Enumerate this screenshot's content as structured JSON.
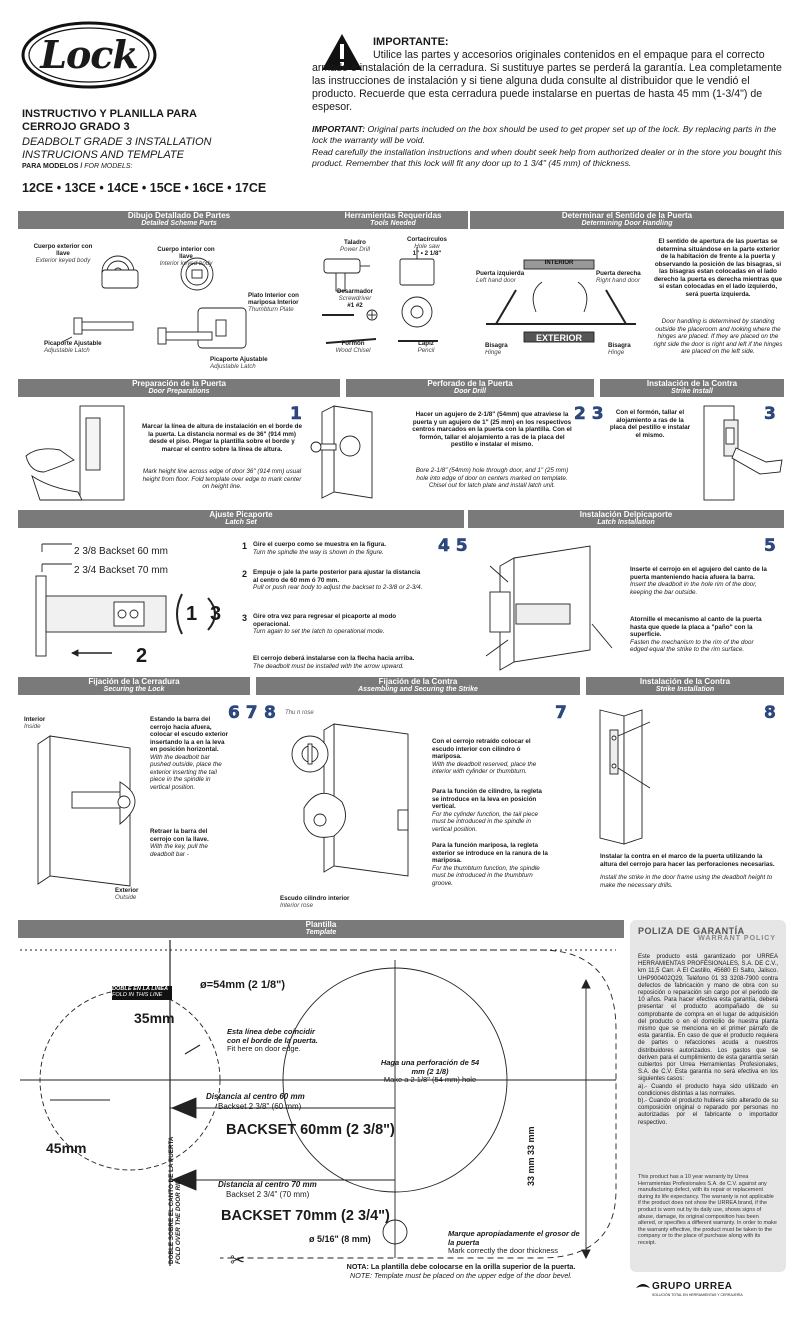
{
  "header": {
    "logo_text": "Lock",
    "title_es_line1": "INSTRUCTIVO Y PLANILLA PARA",
    "title_es_line2": "CERROJO GRADO 3",
    "title_en_line1": "DEADBOLT GRADE 3 INSTALLATION",
    "title_en_line2": "INSTRUCIONS AND TEMPLATE",
    "models_label_es": "PARA MODELOS /",
    "models_label_en": "FOR MODELS:",
    "models": "12CE • 13CE • 14CE • 15CE • 16CE • 17CE"
  },
  "important": {
    "heading": "IMPORTANTE:",
    "text_es": "Utilice las partes y accesorios originales contenidos en el empaque para el correcto armado e instalación de la cerradura. Si sustituye partes se perderá la garantía. Lea completamente las instrucciones de instalación y si tiene alguna duda consulte al distribuidor que le vendió el producto. Recuerde que esta cerradura puede instalarse en puertas de hasta 45 mm (1-3/4\") de espesor.",
    "heading_en": "IMPORTANT:",
    "text_en_1": " Original parts included on the box should be used to get proper set up of the lock. By replacing parts in the lock the warranty will be void.",
    "text_en_2": "Read carefully the installation instructions and when doubt seek help from authorized dealer or in the store you bought this product. Remember that this lock will fit any door up to 1 3/4\" (45 mm) of thickness."
  },
  "sections": {
    "parts": {
      "title": "Dibujo Detallado De Partes",
      "subtitle": "Detailed Scheme Parts"
    },
    "tools": {
      "title": "Herramientas Requeridas",
      "subtitle": "Tools Needed"
    },
    "handing": {
      "title": "Determinar el Sentido de la Puerta",
      "subtitle": "Determining Door Handling"
    },
    "prep": {
      "title": "Preparación de la Puerta",
      "subtitle": "Door Preparations"
    },
    "drill": {
      "title": "Perforado de la Puerta",
      "subtitle": "Door Drill"
    },
    "strike_install": {
      "title": "Instalación de la Contra",
      "subtitle": "Strike Install"
    },
    "latch_set": {
      "title": "Ajuste Picaporte",
      "subtitle": "Latch Set"
    },
    "latch_install": {
      "title": "Instalación Delpicaporte",
      "subtitle": "Latch Installation"
    },
    "securing": {
      "title": "Fijación de la Cerradura",
      "subtitle": "Securing the Lock"
    },
    "assembling": {
      "title": "Fijación de la Contra",
      "subtitle": "Assembling and Securing the Strike"
    },
    "strike_installation": {
      "title": "Instalación de la Contra",
      "subtitle": "Strike Installation"
    },
    "template": {
      "title": "Plantilla",
      "subtitle": "Template"
    }
  },
  "parts": {
    "exterior_es": "Cuerpo exterior con llave",
    "exterior_en": "Exterior keyed body",
    "interior_es": "Cuerpo interior con llave",
    "interior_en": "Interior keyed body",
    "plate_es": "Plato Interior con mariposa Interior",
    "plate_en": "Thumbturn Plate",
    "latch1_es": "Picaporte Ajustable",
    "latch1_en": "Adjustable Latch",
    "latch2_es": "Picaporte Ajustable",
    "latch2_en": "Adjustable Latch"
  },
  "tools": {
    "drill_es": "Taladro",
    "drill_en": "Power Drill",
    "saw_es": "Cortacírculos",
    "saw_en": "Hole saw",
    "saw_sizes": "1\" • 2 1/8\"",
    "screwdriver_es": "Desarmador",
    "screwdriver_en": "Screwdriver",
    "screwdriver_size": "#1 #2",
    "chisel_es": "Formón",
    "chisel_en": "Wood Chisel",
    "pencil_es": "Lápiz",
    "pencil_en": "Pencil"
  },
  "handing": {
    "interior": "INTERIOR",
    "exterior": "EXTERIOR",
    "left_es": "Puerta izquierda",
    "left_en": "Left hand door",
    "right_es": "Puerta derecha",
    "right_en": "Right hand door",
    "hinge_es": "Bisagra",
    "hinge_en": "Hinge",
    "text_es": "El sentido de apertura de las puertas se determina situándose en la parte exterior de la habitación de frente a la puerta y observando la posición de las bisagras, si las bisagras estan colocadas en el lado derecho la puerta es derecha mientras que si estan colocadas en el lado izquierdo, será puerta izquierda.",
    "text_en": "Door handling is determined by standing outside the placeroom and looking where the hinges are placed. If they are placed on the right side the door is right and left if the hinges are placed on the left side."
  },
  "prep": {
    "step": "1",
    "text_es": "Marcar la línea de altura de instalación en el borde de la puerta. La distancia normal es de 36\" (914 mm) desde el piso. Plegar la plantilla sobre el borde y marcar el centro sobre la línea de altura.",
    "text_en": "Mark height line across edge of door 36\" (914 mm) usual height from floor. Fold template over edge to mark center on height line."
  },
  "drill": {
    "step": "2 3",
    "text_es": "Hacer un agujero de 2-1/8\" (54mm) que atraviese la puerta y un agujero de 1\" (25 mm) en los respectivos centros marcados en la puerta con la plantilla. Con el formón, tallar el alojamiento a ras de la placa del pestillo e instalar el mismo.",
    "text_en": "Bore 2-1/8\" (54mm) hole through door, and 1\" (25 mm) hole into edge of door on centers marked on template. Chisel out for latch plate and install latch unit."
  },
  "strike_install": {
    "step": "3",
    "text_es": "Con el formón, tallar el alojamiento a ras de la placa del pestillo e instalar el mismo."
  },
  "latch_set": {
    "backset60": "2 3/8  Backset 60 mm",
    "backset70": "2 3/4  Backset 70 mm",
    "diag_1": "1",
    "diag_2": "2",
    "diag_3": "3",
    "step1_n": "1",
    "step1_es": "Gire el cuerpo como se muestra en la figura.",
    "step1_en": "Turn the spindle the way is shown in the figure.",
    "step2_n": "2",
    "step2_es": "Empuje o jale la parte posterior para ajustar la distancia al centro de 60 mm ó 70 mm.",
    "step2_en": "Pull or push rear body to adjust the backset to 2-3/8 or 2-3/4.",
    "step3_n": "3",
    "step3_es": "Gire otra vez para regresar el picaporte al modo operacional.",
    "step3_en": "Turn again to set the latch to operational mode.",
    "note_es": "El cerrojo deberá instalarse con la flecha hacia arriba.",
    "note_en": "The deadbolt must be installed with the arrow upward."
  },
  "latch_install": {
    "step_left": "4 5",
    "step_right": "5",
    "text1_es": "Inserte el cerrojo en el agujero del canto de la puerta manteniendo hacia afuera la barra.",
    "text1_en": "Insert the deadbolt in the hole rim of the door, keeping the bar outside.",
    "text2_es": "Atornille el mecanismo al canto de la puerta hasta que quede la placa a \"paño\" con la superficie.",
    "text2_en": "Fasten the mechanism to the rim of the door edged equal the strike to the rim surface."
  },
  "securing": {
    "step": "6 7",
    "interior_es": "Interior",
    "interior_en": "Inside",
    "exterior_es": "Exterior",
    "exterior_en": "Outside",
    "text1_es": "Estando la barra del cerrojo hacia afuera, colocar el escudo exterior insertando la a en la leva en posición horizontal.",
    "text1_en": "With the deadbolt bar pushed outside, place the exterior inserting the tail piece in the spindle in vertical position.",
    "text2_es": "Retraer la barra del cerrojo con la llave.",
    "text2_en": "With the key, pull the deadbolt bar -"
  },
  "assembling": {
    "step_left": "8",
    "step_right": "7",
    "thumb_label": "Thu   n rose",
    "rose_es": "Escudo cilindro interior",
    "rose_en": "Interior rose",
    "text1_es": "Con el cerrojo retraído colocar el escudo interior con cilindro ó mariposa.",
    "text1_en": "With the deadbolt reserved, place the interior with cylinder or thumbturn.",
    "text2_es": "Para la función de cilindro, la regleta se introduce en la leva en posición vertical.",
    "text2_en": "For the cylinder function, the tail piece must be introduced in the spindle in vertical position.",
    "text3_es": "Para la función mariposa, la regleta exterior se introduce en la ranura de la mariposa.",
    "text3_en": "For the thumbturn function, the spindle must be introduced in the thumbturn groove."
  },
  "strike_installation": {
    "step": "8",
    "text_es": "Instalar la contra en el marco de la puerta utilizando la altura del cerrojo para hacer las perforaciones necesarias.",
    "text_en": "Install the strike in the door frame using the deadbolt height to make the necessary drills."
  },
  "template": {
    "fold_es": "DOBLE EN LA LÍNEA",
    "fold_en": "FOLD IN THIS LINE",
    "dim_35": "35mm",
    "dim_45": "45mm",
    "dia54": "ø=54mm (2 1/8\")",
    "edge_es": "Esta línea debe coincidir con el borde de la puerta.",
    "edge_en": "Fit here on door edge.",
    "hole_es": "Haga una perforación de 54 mm (2 1/8)",
    "hole_en": "Make a 2 1/8\" (54 mm) hole",
    "dist60_es": "Distancia al centro 60 mm",
    "dist60_en": "Backset 2 3/8\" (60 mm)",
    "backset60": "BACKSET 60mm (2 3/8\")",
    "dist70_es": "Distancia al centro 70 mm",
    "dist70_en": "Backset 2 3/4\" (70 mm)",
    "backset70": "BACKSET 70mm (2 3/4\")",
    "dia8": "ø 5/16\" (8 mm)",
    "vertical_es": "DOBLE SOBRE EL CANTO DE LA PUERTA",
    "vertical_en": "FOLD OVER THE DOOR RIM",
    "dim_33": "33 mm 33 mm",
    "mark_es": "Marque apropiadamente el grosor de la puerta",
    "mark_en": "Mark correctly the door thickness",
    "note_es": "NOTA: La plantilla debe colocarse en la orilla superior de la puerta.",
    "note_en": "NOTE: Template must be placed on the upper edge of the door bevel."
  },
  "warranty": {
    "title": "POLIZA DE GARANTÍA",
    "subtitle": "WARRANT POLICY",
    "text_es_1": "Este producto está garantizado por URREA HERRAMIENTAS PROFESIONALES, S.A. DE C.V., km 11,5 Carr. A El Castillo, 45680 El Salto, Jalisco. UHP900402Q29, Teléfono 01 33 3208-7900 contra defectos de fabricación y mano de obra con su reposición o reparación sin cargo por el periodo de 10 años. Para hacer efectiva esta garantía, deberá presentar el producto acompañado de su comprobante de compra en el lugar de adquisición del producto o en el domicilio de nuestra planta mismo que se menciona en el primer párrafo de esta garantía. En caso de que el producto requiera de partes o refacciones acuda a nuestros distribuidores autorizados. Los gastos que se deriven para el cumplimiento de esta garantía serán cubiertos por Urrea Herramientas Profesionales, S.A. de C.V. Esta garantía no será efectiva en los siguientes casos:",
    "text_es_a": "a).- Cuando el producto haya sido utilizado en condiciones distintas a las normales.",
    "text_es_b": "b).- Cuando el producto hubiera sido alterado de su composición original o reparado por personas no autorizadas por el fabricante o importador respectivo.",
    "text_en": "This product has a 10 year warranty by Urrea Herramientas Profesionales S.A. de C.V. against any manufacturing defect, with its repair or replacement during its life expectancy. The warranty is not applicable if the product does not show the URREA brand, if the product is worn out by its daily use, shows signs of abuse, damage, its original composition has been altered, or specifies a different warranty. In order to make the warranty effective, the product must be taken to the company or to the place of purchase along with its receipt.",
    "brand": "GRUPO URREA",
    "brand_tag": "SOLUCIÓN TOTAL EN HERRAMIENTAS Y CERRAJERÍA"
  }
}
